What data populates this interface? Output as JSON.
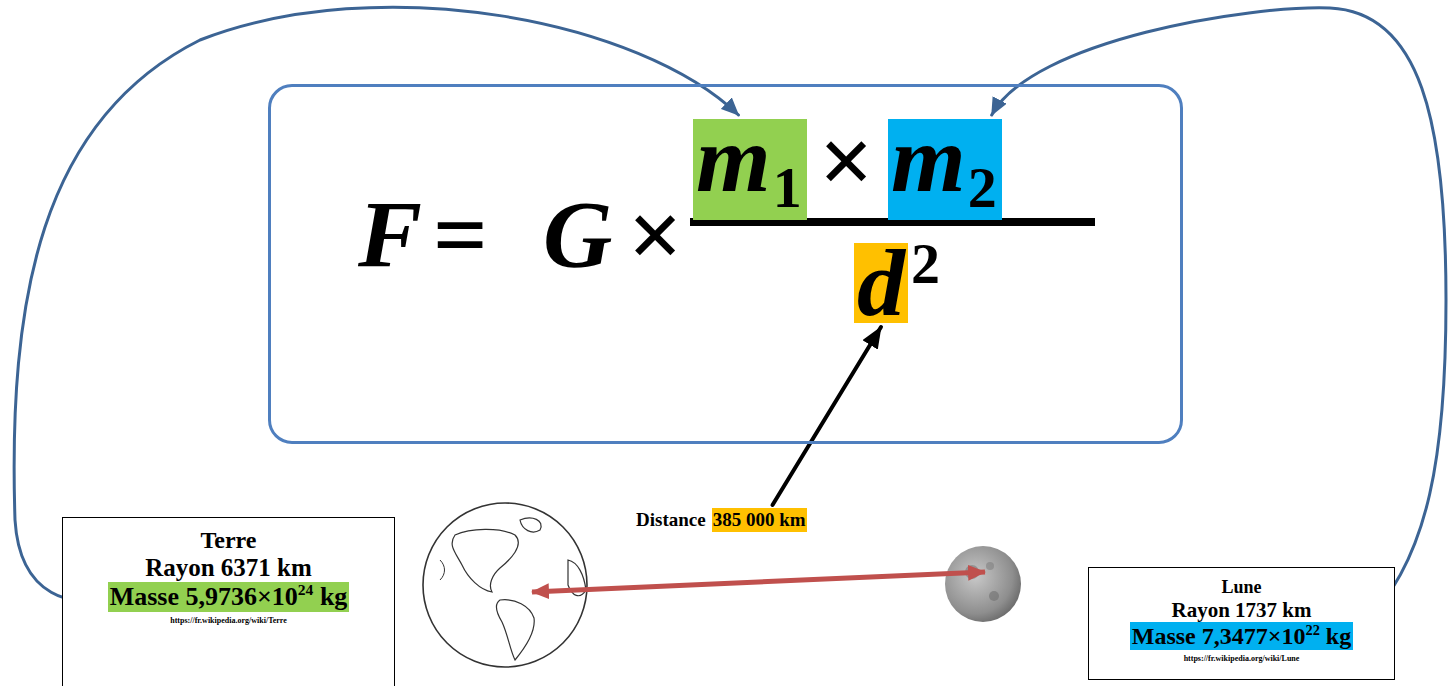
{
  "diagram": {
    "nodes": [
      {
        "text": [
          "F",
          "=",
          "G",
          "×",
          "×",
          "2"
        ]
      },
      {
        "text": [
          "m",
          "1"
        ],
        "in": 0
      },
      {
        "text": [
          "m",
          "2"
        ],
        "in": 0
      },
      {
        "text": [
          "d"
        ],
        "in": 0
      },
      {
        "text": [
          "Distance"
        ]
      },
      {
        "text": [
          "385 000 km"
        ],
        "in": 4
      },
      {
        "text": [
          "Terre",
          "Rayon 6371 km",
          "https://fr.wikipedia.org/wiki/Terre"
        ]
      },
      {
        "text": [
          "Masse 5,9736×10",
          "24",
          "kg"
        ],
        "in": 6
      },
      {
        "text": [
          "Lune",
          "Rayon 1737 km",
          "https://fr.wikipedia.org/wiki/Lune"
        ]
      },
      {
        "text": [
          "Masse 7,3477×10",
          "22",
          "kg"
        ],
        "in": 8
      }
    ],
    "edges": [
      {
        "from": 7,
        "to": 1,
        "arrow": "to"
      },
      {
        "from": 9,
        "to": 2,
        "arrow": "both"
      },
      {
        "from": 4,
        "to": 3,
        "arrow": "to"
      }
    ]
  }
}
